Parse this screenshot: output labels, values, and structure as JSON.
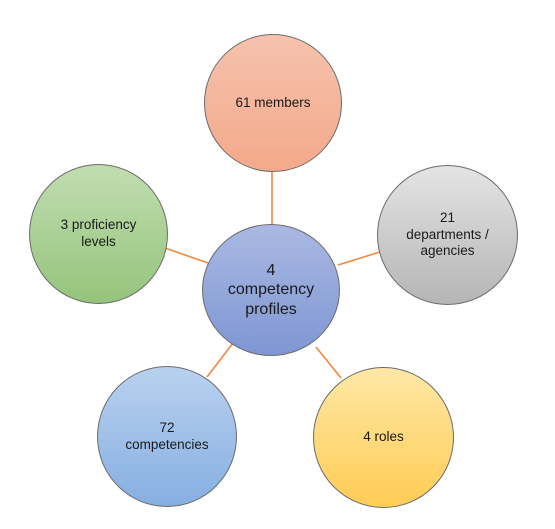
{
  "diagram": {
    "center": {
      "line1": "4",
      "line2": "competency",
      "line3": "profiles"
    },
    "nodes": {
      "members": {
        "line1": "61 members"
      },
      "departments": {
        "line1": "21",
        "line2": "departments /",
        "line3": "agencies"
      },
      "roles": {
        "line1": "4 roles"
      },
      "competencies": {
        "line1": "72",
        "line2": "competencies"
      },
      "proficiency": {
        "line1": "3 proficiency",
        "line2": "levels"
      }
    },
    "colors": {
      "connector": "#f0883e",
      "members": "#f4a98a",
      "departments": "#c8c8c8",
      "roles": "#ffd15f",
      "competencies": "#93b8e5",
      "proficiency": "#a6cf8f",
      "center": "#8fa3da"
    }
  }
}
